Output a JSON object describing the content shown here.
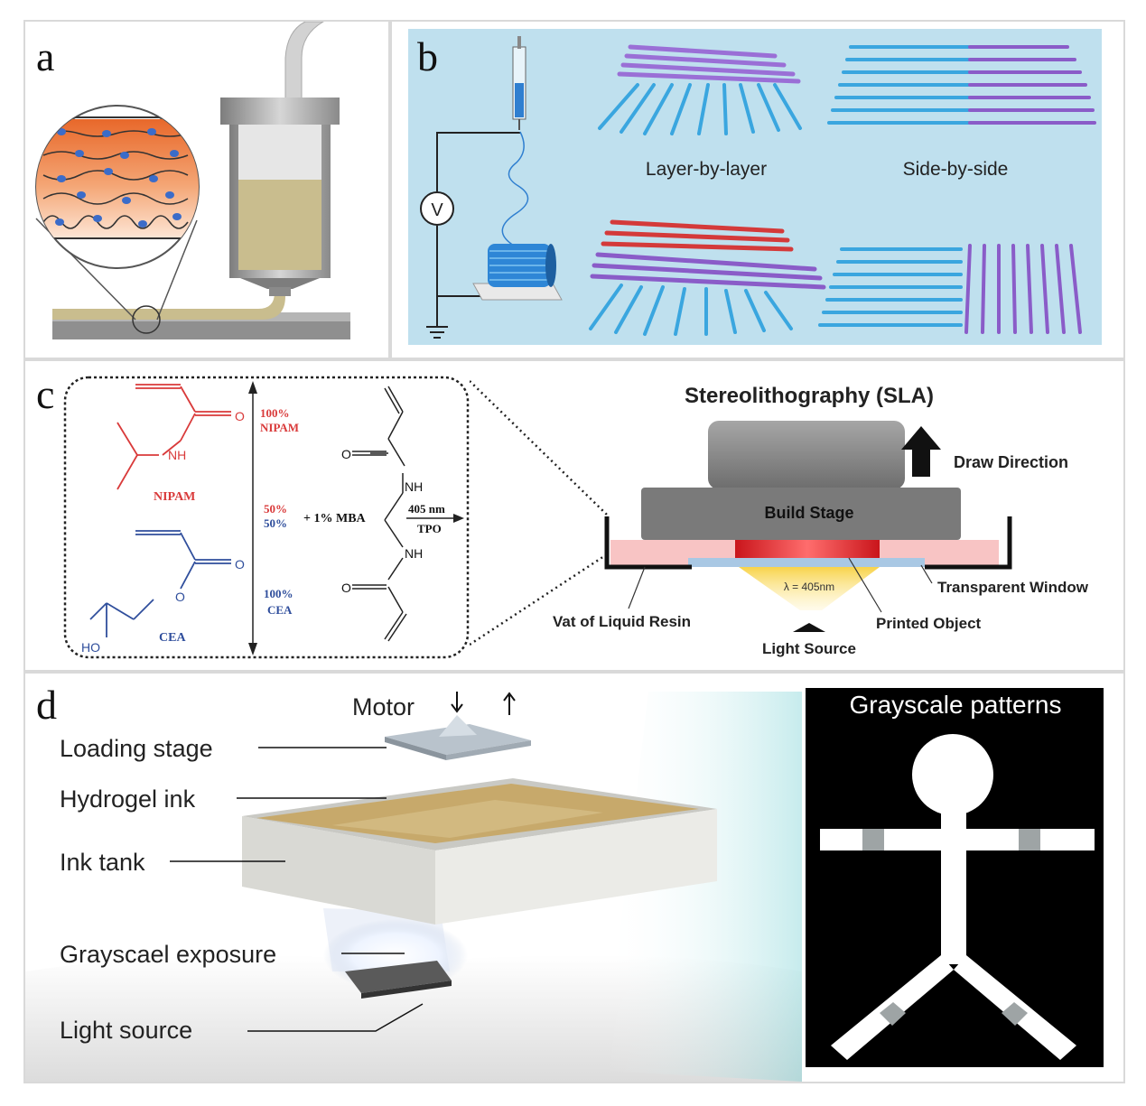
{
  "panels": {
    "a": {
      "letter": "a"
    },
    "b": {
      "letter": "b",
      "voltmeter_symbol": "V",
      "label_layer": "Layer-by-layer",
      "label_side": "Side-by-side"
    },
    "c": {
      "letter": "c",
      "chem": {
        "o1": "O",
        "nh1": "NH",
        "nipam_name": "NIPAM",
        "o2": "O",
        "o3": "O",
        "ho": "HO",
        "cea_name": "CEA",
        "pct_100_nipam_a": "100%",
        "pct_100_nipam_b": "NIPAM",
        "pct_50a": "50%",
        "pct_50b": "50%",
        "pct_100_cea_a": "100%",
        "pct_100_cea_b": "CEA",
        "mba": "+ 1% MBA",
        "nh_top": "NH",
        "nh_bot": "NH",
        "o_top": "O",
        "o_bot": "O",
        "wavelength": "405 nm",
        "initiator": "TPO"
      },
      "sla": {
        "title": "Stereolithography (SLA)",
        "draw_direction": "Draw Direction",
        "build_stage": "Build Stage",
        "transparent_window": "Transparent Window",
        "lambda": "λ = 405nm",
        "vat": "Vat of Liquid Resin",
        "printed_object": "Printed Object",
        "light_source": "Light Source"
      },
      "colors": {
        "nipam": "#d93a3a",
        "cea": "#2f4e9c"
      }
    },
    "d": {
      "letter": "d",
      "motor": "Motor",
      "loading_stage": "Loading stage",
      "hydrogel_ink": "Hydrogel ink",
      "ink_tank": "Ink tank",
      "exposure": "Grayscael exposure",
      "light_source": "Light source",
      "patterns_title": "Grayscale patterns"
    }
  }
}
